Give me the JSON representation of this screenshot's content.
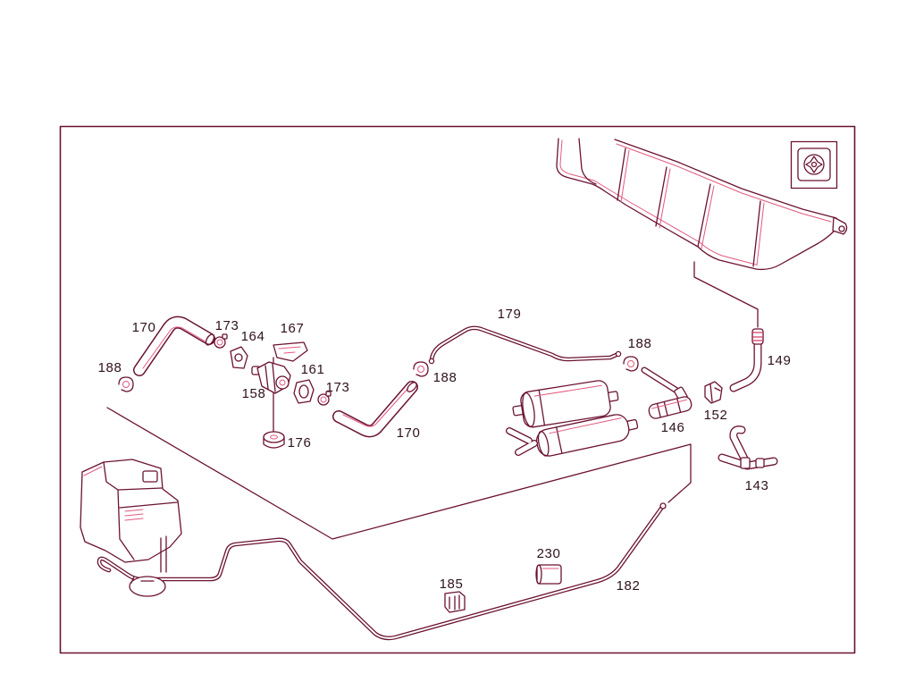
{
  "diagram": {
    "symbol_icon": "tank-cap-symbol-icon",
    "callouts": [
      "170",
      "173",
      "164",
      "167",
      "188",
      "161",
      "173",
      "158",
      "176",
      "179",
      "188",
      "188",
      "170",
      "149",
      "152",
      "146",
      "143",
      "230",
      "185",
      "182"
    ]
  },
  "colors": {
    "line": "#6b1232",
    "highlight": "#e35a7e",
    "label_text": "#2f1219",
    "background": "#ffffff"
  }
}
